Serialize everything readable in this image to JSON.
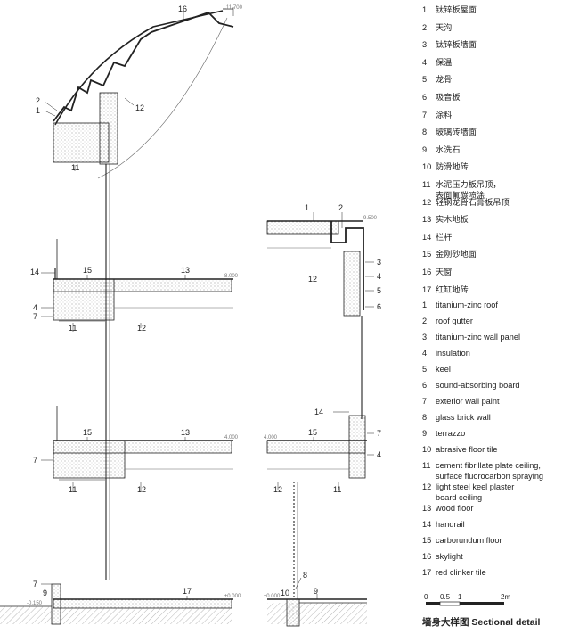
{
  "legend_cn": [
    {
      "num": "1",
      "text": "钛锌板屋面"
    },
    {
      "num": "2",
      "text": "天沟"
    },
    {
      "num": "3",
      "text": "钛锌板墙面"
    },
    {
      "num": "4",
      "text": "保温"
    },
    {
      "num": "5",
      "text": "龙骨"
    },
    {
      "num": "6",
      "text": "吸音板"
    },
    {
      "num": "7",
      "text": "涂料"
    },
    {
      "num": "8",
      "text": "玻璃砖墙面"
    },
    {
      "num": "9",
      "text": "水洗石"
    },
    {
      "num": "10",
      "text": "防滑地砖"
    },
    {
      "num": "11",
      "text": "水泥压力板吊顶，\n表面氟碳喷涂"
    },
    {
      "num": "12",
      "text": "轻钢龙骨石膏板吊顶"
    },
    {
      "num": "13",
      "text": "实木地板"
    },
    {
      "num": "14",
      "text": "栏杆"
    },
    {
      "num": "15",
      "text": "金刚砂地面"
    },
    {
      "num": "16",
      "text": "天窗"
    },
    {
      "num": "17",
      "text": "红缸地砖"
    }
  ],
  "legend_en": [
    {
      "num": "1",
      "text": "titanium-zinc roof"
    },
    {
      "num": "2",
      "text": "roof gutter"
    },
    {
      "num": "3",
      "text": "titanium-zinc wall panel"
    },
    {
      "num": "4",
      "text": "insulation"
    },
    {
      "num": "5",
      "text": "keel"
    },
    {
      "num": "6",
      "text": "sound-absorbing board"
    },
    {
      "num": "7",
      "text": "exterior wall paint"
    },
    {
      "num": "8",
      "text": "glass brick wall"
    },
    {
      "num": "9",
      "text": "terrazzo"
    },
    {
      "num": "10",
      "text": "abrasive floor tile"
    },
    {
      "num": "11",
      "text": "cement fibrillate plate ceiling,\nsurface fluorocarbon spraying"
    },
    {
      "num": "12",
      "text": "light steel keel plaster\nboard ceiling"
    },
    {
      "num": "13",
      "text": "wood floor"
    },
    {
      "num": "14",
      "text": "handrail"
    },
    {
      "num": "15",
      "text": "carborundum floor"
    },
    {
      "num": "16",
      "text": "skylight"
    },
    {
      "num": "17",
      "text": "red clinker tile"
    }
  ],
  "scale": {
    "labels": [
      "0",
      "0.5",
      "1",
      "2m"
    ]
  },
  "title": "墙身大样图 Sectional detail",
  "levels": {
    "roof_left": "11.700",
    "roof_right": "9.500",
    "floor2": "8.000",
    "floor1": "4.000",
    "floor1_right": "4.000",
    "ground": "±0.000",
    "ground_right": "±0.000",
    "exterior": "-0.150"
  },
  "callouts": {
    "c1": "1",
    "c2": "2",
    "c3": "3",
    "c4": "4",
    "c5": "5",
    "c6": "6",
    "c7": "7",
    "c8": "8",
    "c9": "9",
    "c10": "10",
    "c11": "11",
    "c12": "12",
    "c13": "13",
    "c14": "14",
    "c15": "15",
    "c16": "16",
    "c17": "17"
  }
}
